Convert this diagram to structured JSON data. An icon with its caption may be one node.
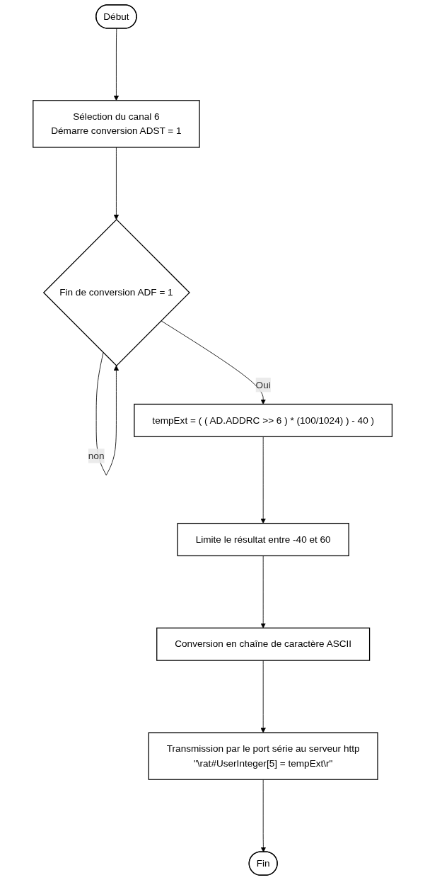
{
  "diagram": {
    "nodes": [
      {
        "text": [
          "Début"
        ]
      },
      {
        "text": [
          "Sélection du canal 6",
          "Démarre conversion ADST = 1"
        ]
      },
      {
        "text": [
          "Fin de conversion ADF = 1"
        ]
      },
      {
        "text": [
          "tempExt = ( ( AD.ADDRC >> 6 ) * (100/1024) ) - 40 )"
        ]
      },
      {
        "text": [
          "Limite le résultat entre -40 et 60"
        ]
      },
      {
        "text": [
          "Conversion en chaîne de caractère ASCII"
        ]
      },
      {
        "text": [
          "Transmission par le port série au serveur http",
          "\"\\rat#UserInteger[5] = tempExt\\r\""
        ]
      },
      {
        "text": [
          "Fin"
        ]
      }
    ],
    "edges": [
      {
        "from": 0,
        "to": 1,
        "arrow": "to"
      },
      {
        "from": 1,
        "to": 2,
        "arrow": "to"
      },
      {
        "from": 2,
        "to": 2,
        "arrow": "to",
        "label": "non"
      },
      {
        "from": 2,
        "to": 3,
        "arrow": "to",
        "label": "Oui"
      },
      {
        "from": 3,
        "to": 4,
        "arrow": "to"
      },
      {
        "from": 4,
        "to": 5,
        "arrow": "to"
      },
      {
        "from": 5,
        "to": 6,
        "arrow": "to"
      },
      {
        "from": 6,
        "to": 7,
        "arrow": "to"
      }
    ]
  }
}
